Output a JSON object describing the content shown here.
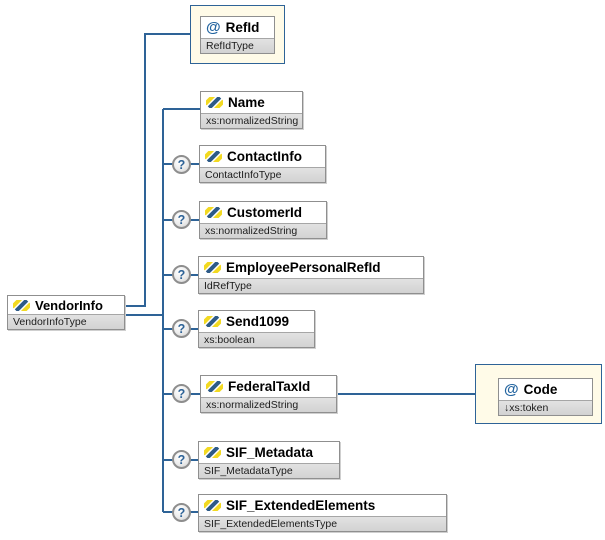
{
  "glyphs": {
    "attribute": "@",
    "optional": "?"
  },
  "colors": {
    "line": "#2e6397",
    "attribute_box_bg": "#fffbe8",
    "type_bar_bg": "#d6d6d6",
    "icon_blue": "#2d5a87",
    "icon_yellow": "#f2d921"
  },
  "nodes": {
    "vendorinfo": {
      "label": "VendorInfo",
      "type": "VendorInfoType"
    },
    "refid": {
      "label": "RefId",
      "type": "RefIdType"
    },
    "name": {
      "label": "Name",
      "type": "xs:normalizedString"
    },
    "contactinfo": {
      "label": "ContactInfo",
      "type": "ContactInfoType"
    },
    "customerid": {
      "label": "CustomerId",
      "type": "xs:normalizedString"
    },
    "employeepersonalrefid": {
      "label": "EmployeePersonalRefId",
      "type": "IdRefType"
    },
    "send1099": {
      "label": "Send1099",
      "type": "xs:boolean"
    },
    "federaltaxid": {
      "label": "FederalTaxId",
      "type": "xs:normalizedString"
    },
    "sifmetadata": {
      "label": "SIF_Metadata",
      "type": "SIF_MetadataType"
    },
    "sifextendedelements": {
      "label": "SIF_ExtendedElements",
      "type": "SIF_ExtendedElementsType"
    },
    "code": {
      "label": "Code",
      "type": "↓xs:token"
    }
  }
}
